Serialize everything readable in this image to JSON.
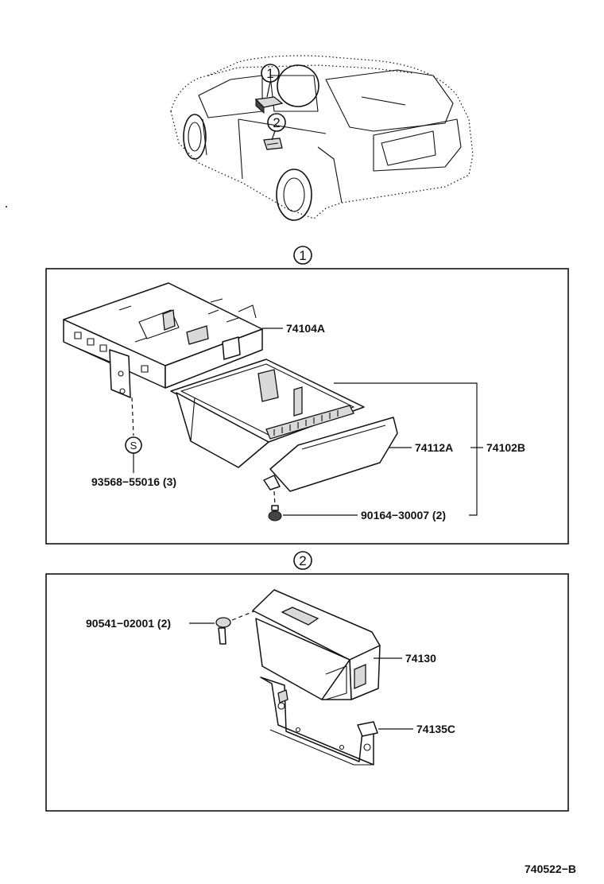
{
  "callouts": {
    "one": "1",
    "two": "2"
  },
  "panel1": {
    "labels": {
      "bracket": "74104A",
      "box": "74112A",
      "assembly": "74102B",
      "nut": "93568−55016 (3)",
      "screw": "90164−30007 (2)"
    },
    "nut_symbol": "S"
  },
  "panel2": {
    "labels": {
      "plug": "90541−02001 (2)",
      "tray": "74130",
      "bracket": "74135C"
    }
  },
  "figure_code": "740522−B"
}
